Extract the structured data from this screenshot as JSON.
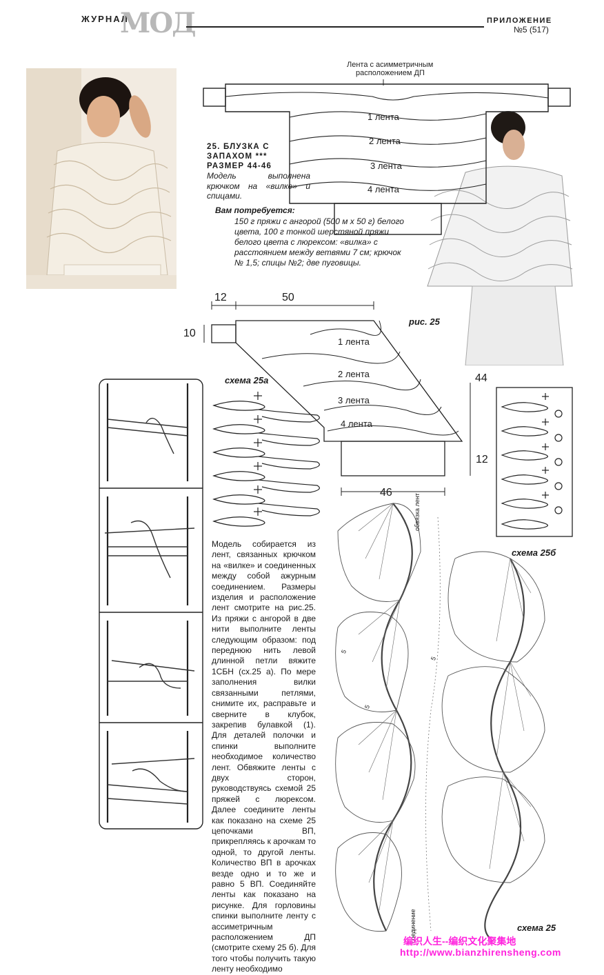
{
  "header": {
    "journal": "ЖУРНАЛ",
    "logo": "МОД",
    "appendix": "ПРИЛОЖЕНИЕ",
    "issue": "№5 (517)"
  },
  "top_diagram": {
    "ribbon_note": [
      "Лента с асимметричным",
      "расположением ДП"
    ],
    "stripes": [
      "1 лента",
      "2 лента",
      "3 лента",
      "4 лента"
    ]
  },
  "article": {
    "title_lines": [
      "25. БЛУЗКА С",
      "ЗАПАХОМ ***",
      "РАЗМЕР 44-46"
    ],
    "model_desc": "Модель выполнена крючком на «вилке» и спицами.",
    "need_title": "Вам потребуется:",
    "need_text": "150 г пряжи с ангорой (500 м х 50 г) белого цвета, 100 г тонкой шерстяной пряжи белого цвета с люрексом: «вилка» с расстоянием между ветвями 7 см; крючок № 1,5; спицы №2; две пуговицы."
  },
  "pattern": {
    "dim_12": "12",
    "dim_50": "50",
    "dim_10": "10",
    "dim_44": "44",
    "dim_12b": "12",
    "dim_46": "46",
    "stripes": [
      "1 лента",
      "2 лента",
      "3 лента",
      "4 лента"
    ],
    "figure_label": "рис. 25"
  },
  "schemes": {
    "a": "схема 25а",
    "b": "схема 25б",
    "main": "схема 25",
    "side_label_top": "обвязка лент",
    "side_label_bottom": "соединение",
    "count_label": "5"
  },
  "body_text": "Модель собирается из лент, связанных крючком на «вилке» и соединенных между собой ажурным соединением. Размеры изделия и расположение лент смотрите на рис.25. Из пряжи с ангорой в две нити выполните ленты следующим образом: под переднюю нить левой длинной петли вяжите 1СБН (сх.25 а). По мере заполнения вилки связанными петлями, снимите их, расправьте и сверните в клубок, закрепив булавкой (1). Для деталей полочки и спинки выполните необходимое количество лент. Обвяжите ленты с двух сторон, руководствуясь схемой 25 пряжей с люрексом. Далее соедините ленты как показано на схеме 25 цепочками ВП, прикрепляясь к арочкам то одной, то другой ленты. Количество ВП в арочках везде одно и то же и равно 5 ВП. Соединяйте ленты как показано на рисунке. Для горловины спинки выполните ленту с ассиметричным расположением ДП (смотрите схему 25 б). Для того чтобы получить такую ленту необходимо",
  "watermark": {
    "line1": "编织人生--编织文化聚集地",
    "line2": "http://www.bianzhirensheng.com"
  },
  "colors": {
    "watermark": "#ff22dd",
    "logo": "#b8b8b8"
  }
}
